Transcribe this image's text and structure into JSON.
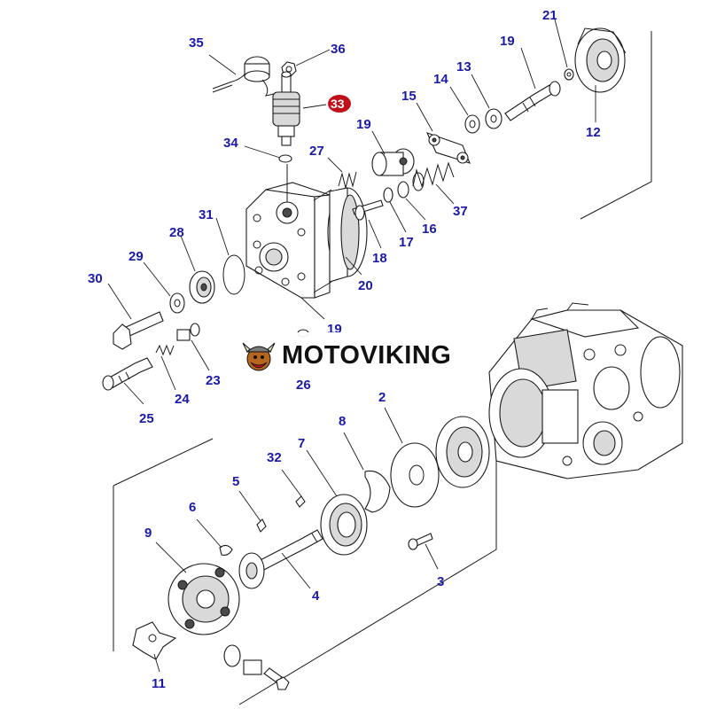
{
  "watermark": {
    "text": "MOTOVIKING"
  },
  "highlight_color": "#c0101a",
  "callout_color": "#1a1aa8",
  "callouts": [
    "35",
    "36",
    "33",
    "34",
    "27",
    "19",
    "15",
    "14",
    "13",
    "19",
    "21",
    "12",
    "37",
    "16",
    "17",
    "18",
    "20",
    "31",
    "28",
    "29",
    "30",
    "19",
    "26",
    "23",
    "24",
    "25",
    "2",
    "8",
    "7",
    "32",
    "5",
    "6",
    "9",
    "4",
    "3",
    "11"
  ]
}
